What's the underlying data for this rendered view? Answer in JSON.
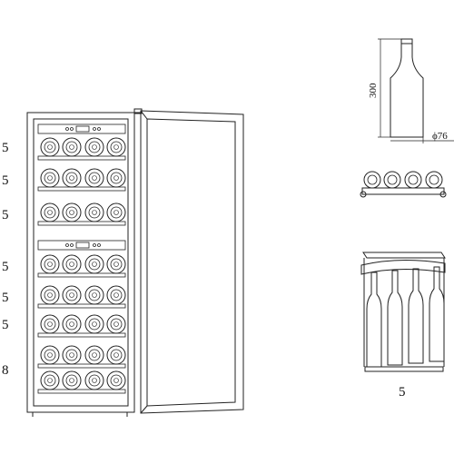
{
  "shelf_labels": [
    "5",
    "5",
    "5",
    "5",
    "5",
    "5",
    "8"
  ],
  "bottle_dims": {
    "height": "300",
    "diameter": "ϕ76"
  },
  "rack_label": "5",
  "colors": {
    "line": "#222222",
    "bg": "#ffffff"
  }
}
